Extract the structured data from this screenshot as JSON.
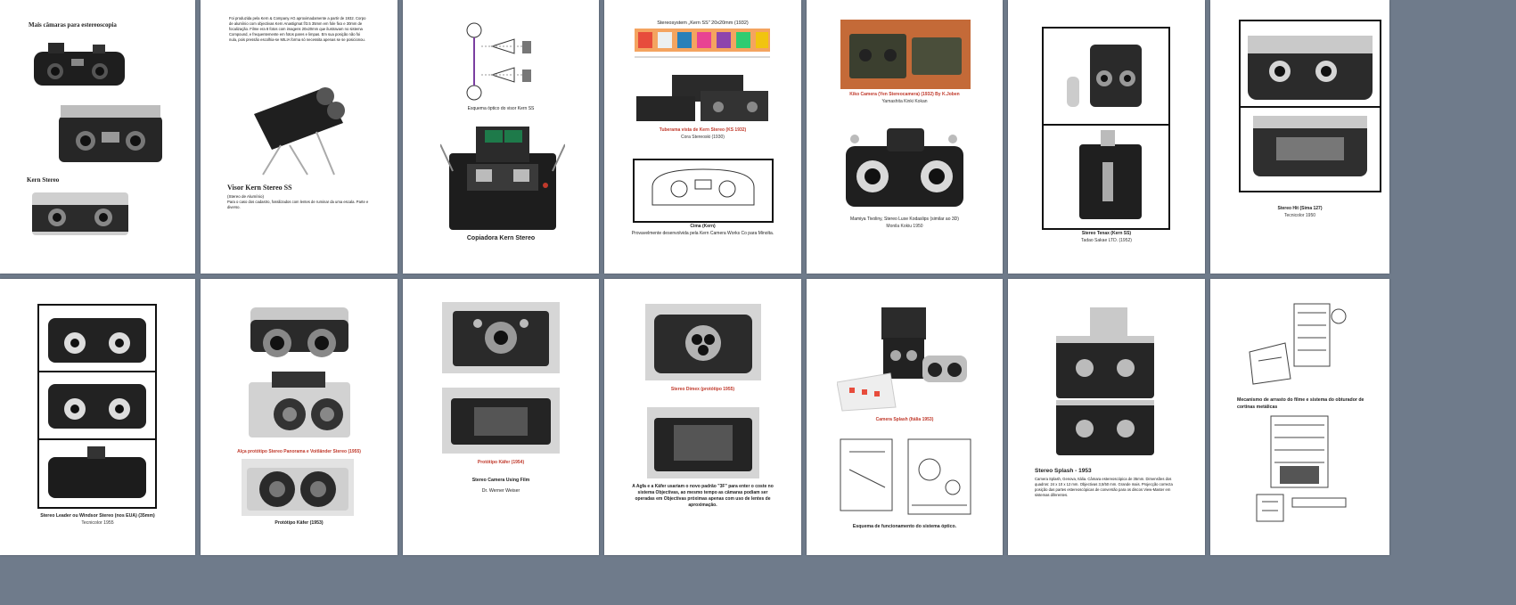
{
  "colors": {
    "background": "#6f7b8b",
    "page": "#ffffff",
    "accent_red": "#c0392b",
    "camera_black": "#1e1e1e",
    "camera_silver": "#c9c9c9"
  },
  "pages": [
    {
      "id": "p1",
      "title": "Mais câmaras para estereoscopia",
      "caption_1": "Kern Stereo"
    },
    {
      "id": "p2",
      "body": "Foi produzida pela Kern & Company AG aproximadamente a partir de 1932. Corpo de alumínio com objectivas Kern Anastigmat f/3.5 35mm em fole fixo e 30mm de focalização. Filme era 8 fotos com imagens 20x20mm que ilustravam no sistema Compound, e frequentemente em fotos pares e limpas. Em sua posição não foi nula, pois pressão escolhia-se MILIA forma só necessita apenas se se posicionou.",
      "title": "Visor Kern Stereo SS",
      "subtitle": "(Stereo de Alumínio)",
      "note": "Para o caso dos cadastro, fossilizados com lentes de ruminar da uma escala. Parte e diverso."
    },
    {
      "id": "p3",
      "caption_1": "Esquema óptico do visor Kern SS",
      "caption_2": "Copiadora Kern Stereo"
    },
    {
      "id": "p4",
      "title": "Stereosystem „Kern SS\" 20x20mm (1932)",
      "caption_1": "Tuberama vista de Kern Stereo (KS 1932)",
      "caption_1b": "Cora Stereoski (1930)",
      "caption_2": "Cima (Kern)",
      "caption_3": "Provavelmente desenvolvida pela Kern Camera Works Co para Minolta."
    },
    {
      "id": "p5",
      "caption_1": "Kiko Camera (Yen Stereocamera) (1932) By K.Joben",
      "caption_1b": "Yamashita Kinki Kokan",
      "caption_2": "Mamiya Tivoliny, Stereo Luxe Kodaslips (similar ao 3D)",
      "caption_2b": "Monila Kokiu 1950"
    },
    {
      "id": "p6",
      "caption_1": "Stereo Tenax (Kern SS)",
      "caption_1b": "Tadao Sakae LTD. (1952)"
    },
    {
      "id": "p7",
      "caption_1": "Stereo Hit (Sima 127)",
      "caption_1b": "Tecnicolor 1950"
    },
    {
      "id": "p8",
      "caption_1": "Stereo Leader ou Windsor Stereo (nos EUA) (35mm)",
      "caption_1b": "Tecnicolor 1955"
    },
    {
      "id": "p9",
      "caption_1": "Alça protótipo Stereo Panorama e Voitländer Stereo (1955)",
      "caption_2": "Protótipo Käfer (1953)"
    },
    {
      "id": "p10",
      "caption_1": "Protótipo Käfer (1954)",
      "caption_2": "Stereo Camera Using Film",
      "caption_3": "Dr. Werner Weiser"
    },
    {
      "id": "p11",
      "caption_1": "Stereo Dimex (protótipo 1955)",
      "caption_2": "A Agfa e a Käfer usariam o novo padrão \"3F\" para enter o coste no sistema Objectivas, ao mesmo tempo as câmaras podiam ser operadas em Objectivas próximas apenas com uso de lentes de aproximação."
    },
    {
      "id": "p12",
      "caption_1": "Camera Splash (Itália 1953)",
      "caption_2": "Esquema de funcionamento do sistema óptico."
    },
    {
      "id": "p13",
      "title": "Stereo Splash - 1953",
      "body": "Camera Splash, Genova, Itália. Câmara estereoscópica de 35mm. Dimensões dos quadros: 24 x 10 x 12 mm. Objectivas 3,5/50 mm. Grande mais. Projecção correcta posição das partes estereoscópicas de conversão para os discos View-Master em sistemas diferentes."
    },
    {
      "id": "p14",
      "caption_1": "Mecanismo de arrasto do filme e sistema do obturador de cortinas metálicas"
    }
  ]
}
